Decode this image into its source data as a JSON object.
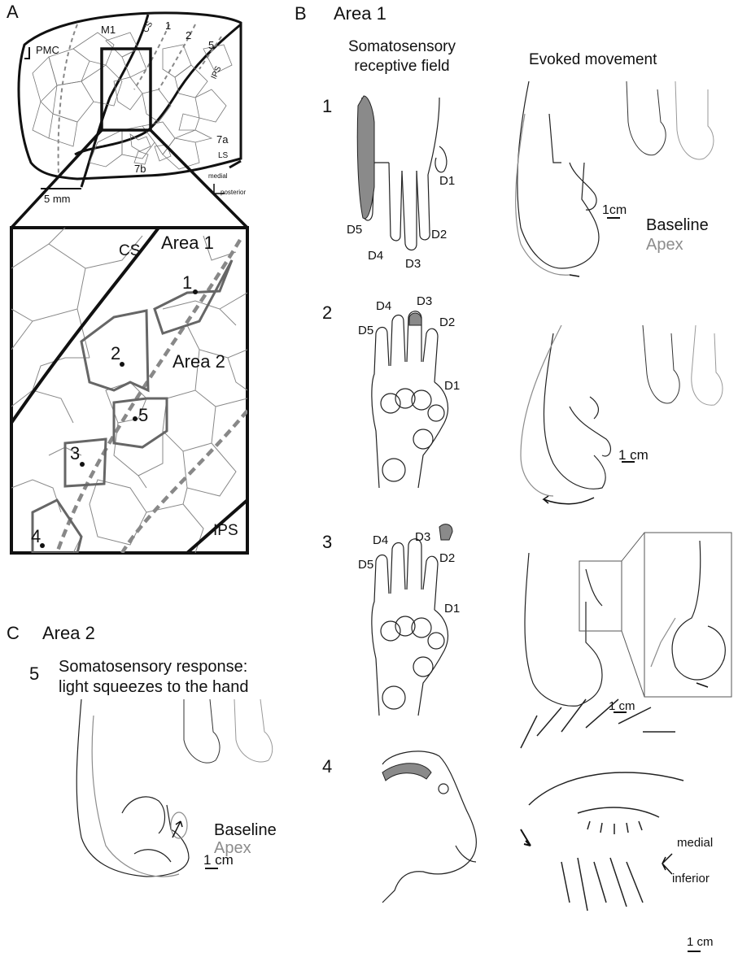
{
  "panels": {
    "a": {
      "letter": "A",
      "map_labels": [
        "PMC",
        "M1",
        "CS",
        "1",
        "2",
        "5",
        "IPS",
        "7a",
        "7b",
        "LS"
      ],
      "orientation": {
        "medial": "medial",
        "posterior": "posterior"
      },
      "scale": "5 mm",
      "inset": {
        "labels": {
          "cs": "CS",
          "area1": "Area 1",
          "area2": "Area 2",
          "ips": "IPS"
        },
        "sites": [
          "1",
          "2",
          "5",
          "3",
          "4"
        ]
      }
    },
    "b": {
      "letter": "B",
      "title": "Area 1",
      "col_rf": "Somatosensory\nreceptive field",
      "col_move": "Evoked movement",
      "rows": [
        {
          "num": "1",
          "digits": [
            "D1",
            "D5",
            "D2",
            "D4",
            "D3"
          ],
          "scale": "1cm"
        },
        {
          "num": "2",
          "digits": [
            "D4",
            "D3",
            "D5",
            "D2",
            "D1"
          ],
          "scale": "1 cm"
        },
        {
          "num": "3",
          "digits": [
            "D4",
            "D3",
            "D5",
            "D2",
            "D1"
          ],
          "scale": "1 cm"
        },
        {
          "num": "4",
          "scale": "1 cm",
          "directions": {
            "medial": "medial",
            "inferior": "inferior"
          }
        }
      ],
      "legend": {
        "baseline": "Baseline",
        "apex": "Apex"
      }
    },
    "c": {
      "letter": "C",
      "title": "Area 2",
      "row_num": "5",
      "description": "Somatosensory response:\nlight squeezes to the hand",
      "legend": {
        "baseline": "Baseline",
        "apex": "Apex"
      },
      "scale": "1 cm"
    }
  },
  "colors": {
    "rf_highlight": "#8a8a8a",
    "apex": "#8c8c8c",
    "baseline": "#111111"
  }
}
